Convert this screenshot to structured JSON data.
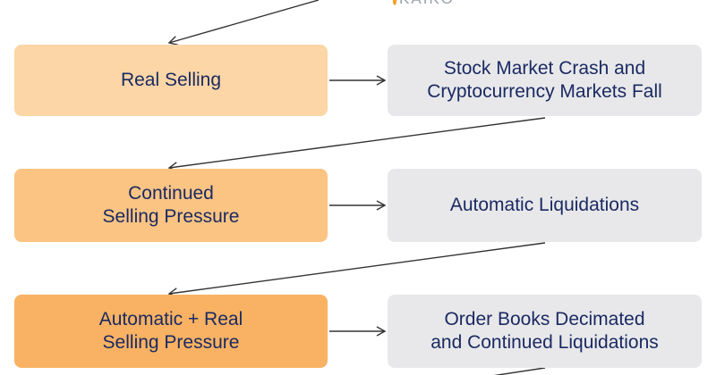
{
  "brand": {
    "mark": "\\/",
    "name": "KAIKO"
  },
  "flow": {
    "left_boxes": [
      {
        "label": "Real Selling"
      },
      {
        "label": "Continued\nSelling Pressure"
      },
      {
        "label": "Automatic + Real\nSelling Pressure"
      }
    ],
    "right_boxes": [
      {
        "label": "Stock Market Crash and\nCryptocurrency Markets Fall"
      },
      {
        "label": "Automatic Liquidations"
      },
      {
        "label": "Order Books Decimated\nand Continued Liquidations"
      }
    ]
  },
  "colors": {
    "text": "#1a2a63",
    "arrow": "#333333",
    "left_box_1": "#fcd6a6",
    "left_box_2": "#fbc482",
    "left_box_3": "#f9b263",
    "right_box": "#e8e8ea",
    "brand_mark": "#f0a020",
    "brand_text": "#9aa0a8"
  }
}
